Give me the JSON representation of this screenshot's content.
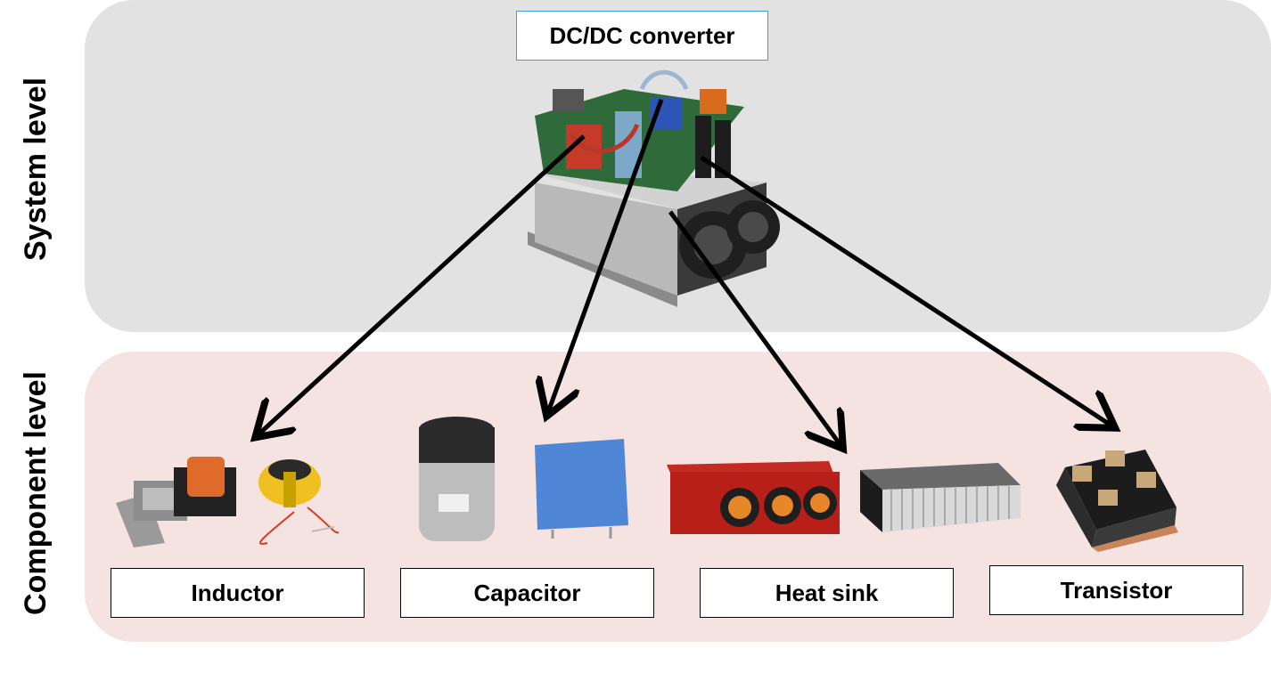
{
  "levels": {
    "system": "System level",
    "component": "Component level"
  },
  "system": {
    "title": "DC/DC converter"
  },
  "components": [
    {
      "label": "Inductor"
    },
    {
      "label": "Capacitor"
    },
    {
      "label": "Heat sink"
    },
    {
      "label": "Transistor"
    }
  ],
  "colors": {
    "system_panel": "#e2e2e2",
    "component_panel": "#f5e3e1",
    "title_border": "#2ea3e0"
  }
}
